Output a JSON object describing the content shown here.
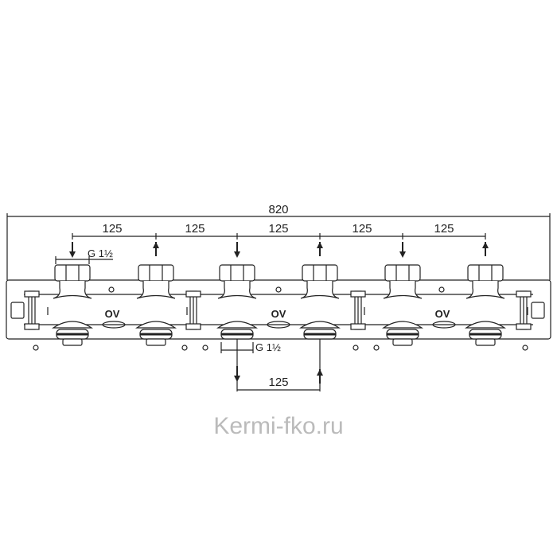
{
  "drawing": {
    "overall_width": "820",
    "top_spacings": [
      "125",
      "125",
      "125",
      "125",
      "125"
    ],
    "bottom_spacing": "125",
    "thread_top": "G 1½",
    "thread_bottom": "G 1½",
    "zone_labels": [
      "OV",
      "OV",
      "OV"
    ],
    "top_flow": [
      "down",
      "up",
      "down",
      "up",
      "down",
      "up"
    ],
    "watermark": "Kermi-fko.ru"
  }
}
